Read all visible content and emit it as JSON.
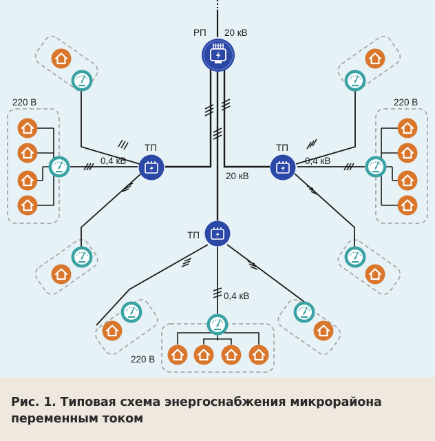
{
  "labels": {
    "rp": "РП",
    "tp": "ТП",
    "v20": "20 кВ",
    "v04": "0,4 кВ",
    "v220": "220 В"
  },
  "caption": "Рис. 1. Типовая схема энергоснабжения микрорайона переменным током",
  "colors": {
    "background": "#e7f2f6",
    "substation": "#2c48a7",
    "meter": "#3aa2a2",
    "house": "#d9762b",
    "line": "#1a1a1a",
    "group_border": "#a8a8a8",
    "caption_bg": "#eee8de"
  },
  "icons": {
    "substation": "substation-icon",
    "meter": "meter-icon",
    "house": "house-icon"
  }
}
